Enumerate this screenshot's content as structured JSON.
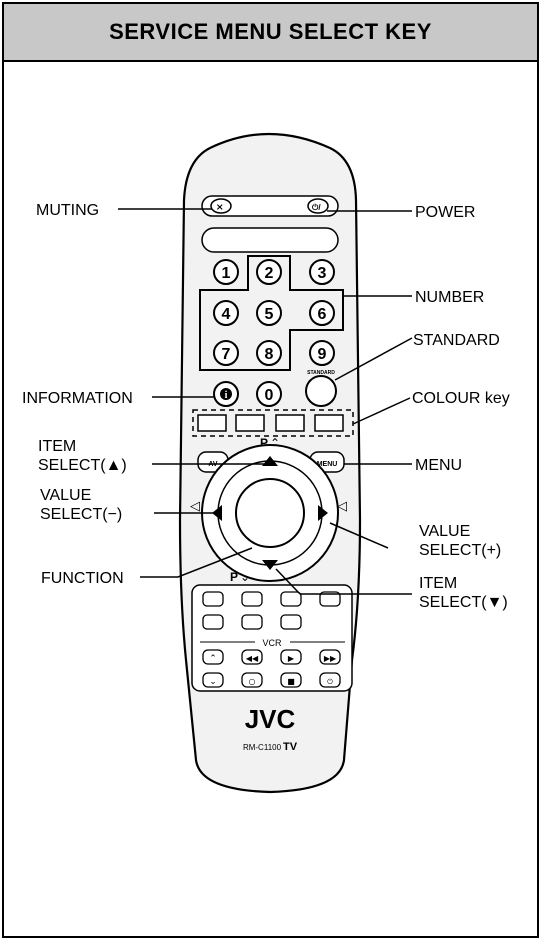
{
  "header": {
    "title": "SERVICE MENU SELECT KEY"
  },
  "labels": {
    "muting": "MUTING",
    "power": "POWER",
    "number": "NUMBER",
    "standard": "STANDARD",
    "information": "INFORMATION",
    "colour_key": "COLOUR key",
    "item_select_up_1": "ITEM",
    "item_select_up_2": "SELECT(▲)",
    "menu": "MENU",
    "value_select_minus_1": "VALUE",
    "value_select_minus_2": "SELECT(−)",
    "value_select_plus_1": "VALUE",
    "value_select_plus_2": "SELECT(+)",
    "function": "FUNCTION",
    "item_select_down_1": "ITEM",
    "item_select_down_2": "SELECT(▼)"
  },
  "remote": {
    "digits": [
      "1",
      "2",
      "3",
      "4",
      "5",
      "6",
      "7",
      "8",
      "9",
      "0"
    ],
    "standard_btn": "STANDARD",
    "av_btn": "AV",
    "menu_btn": "MENU",
    "p_up": "P",
    "p_down": "P",
    "vcr": "VCR",
    "brand": "JVC",
    "model": "RM-C1100",
    "model_suffix": "TV"
  }
}
